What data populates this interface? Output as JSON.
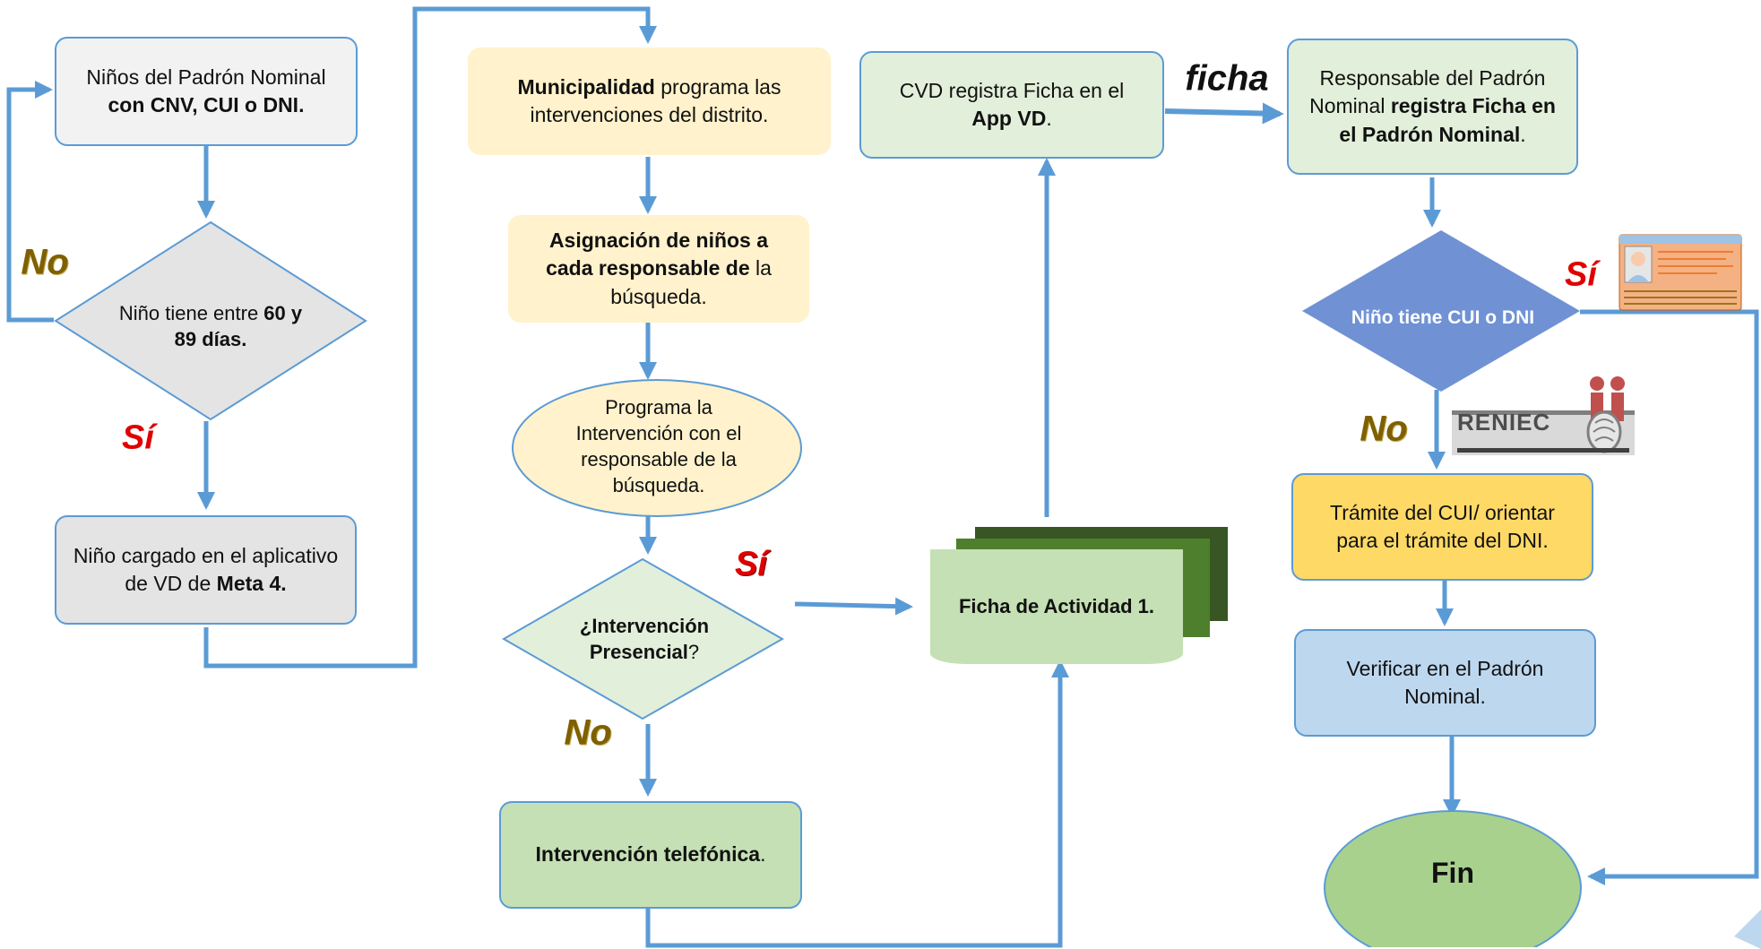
{
  "nodes": {
    "padron_entry": [
      "Niños del Padrón Nominal ",
      "con CNV, CUI o DNI."
    ],
    "age_check": [
      "Niño tiene entre ",
      "60 y 89 días."
    ],
    "cargado": [
      "Niño cargado en el aplicativo de VD de ",
      "Meta 4."
    ],
    "municipalidad": [
      "Municipalidad",
      " programa las intervenciones del distrito."
    ],
    "asignacion": [
      "Asignación de niños a cada responsable de",
      " la búsqueda."
    ],
    "programa": "Programa la Intervención con el responsable de la búsqueda.",
    "presencial": [
      "¿Intervención Presencial",
      "?"
    ],
    "telefonica": [
      "Intervención telefónica",
      "."
    ],
    "ficha_actividad": "Ficha de Actividad 1.",
    "cvd_registra": [
      "CVD registra Ficha en el ",
      "App VD",
      "."
    ],
    "responsable": [
      "Responsable del Padrón Nominal ",
      "registra Ficha en el Padrón Nominal",
      "."
    ],
    "cui_check": "Niño tiene CUI o DNI",
    "tramite": "Trámite del CUI/ orientar para el trámite del DNI.",
    "verificar": "Verificar en el Padrón Nominal.",
    "fin": "Fin"
  },
  "edge_labels": {
    "no_age": "No",
    "si_age": "Sí",
    "si_presencial": "Sí",
    "no_presencial": "No",
    "ficha": "ficha",
    "si_cui": "Sí",
    "no_cui": "No"
  },
  "images": {
    "reniec_logo": "RENIEC",
    "id_card": "id-card-icon"
  },
  "colors": {
    "connector": "#5b9bd5",
    "no_label": "#7f6000",
    "si_label": "#e00000"
  }
}
